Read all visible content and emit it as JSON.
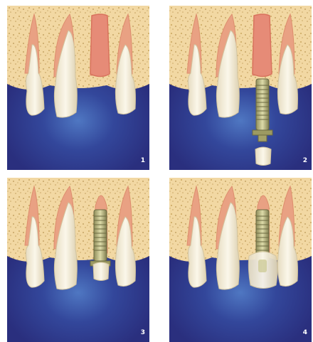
{
  "steps": [
    {
      "number": "1"
    },
    {
      "number": "2"
    },
    {
      "number": "3"
    },
    {
      "number": "4"
    }
  ],
  "colors": {
    "background": "#2a2f7e",
    "bone": "#f2d8a3",
    "gum": "#e9a183",
    "tooth": "#f3ecd8",
    "implant": "#b9b67e"
  }
}
